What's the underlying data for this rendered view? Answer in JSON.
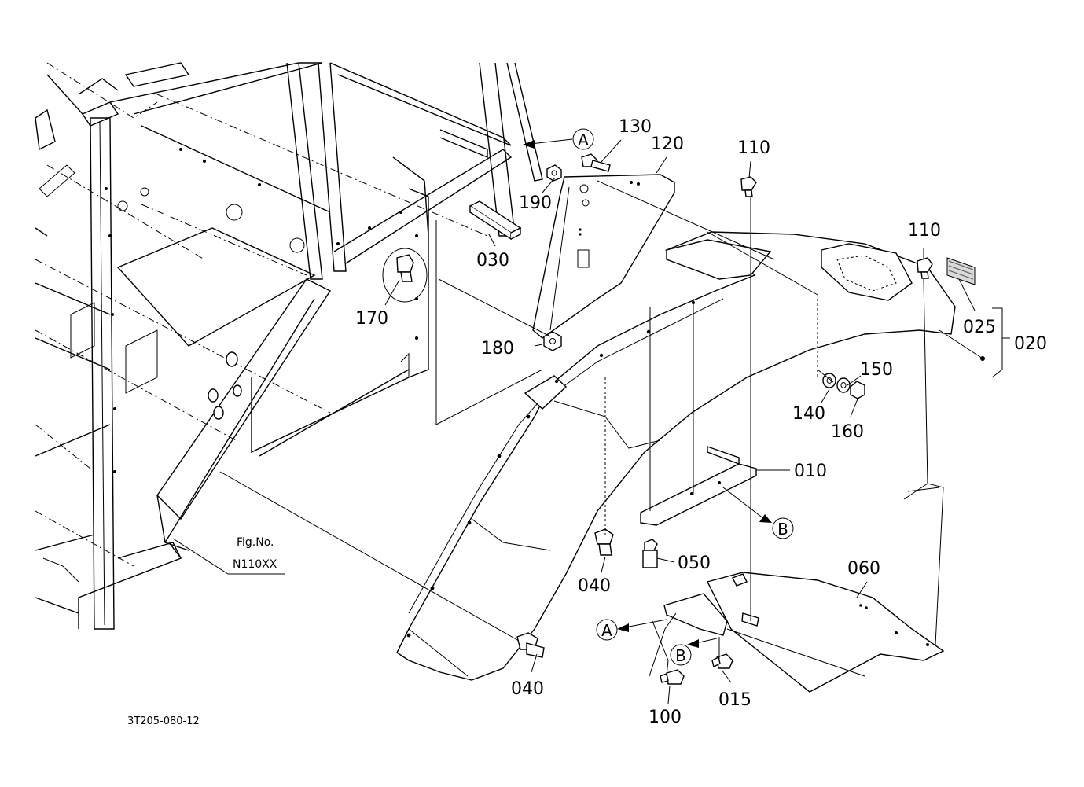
{
  "callouts": {
    "p010": "010",
    "p015": "015",
    "p020": "020",
    "p025": "025",
    "p030": "030",
    "p040a": "040",
    "p040b": "040",
    "p050": "050",
    "p060": "060",
    "p100": "100",
    "p110a": "110",
    "p110b": "110",
    "p120": "120",
    "p130": "130",
    "p140": "140",
    "p150": "150",
    "p160": "160",
    "p170": "170",
    "p180": "180",
    "p190": "190"
  },
  "reference_markers": {
    "a_top": "A",
    "b_right": "B",
    "a_bottom": "A",
    "b_bottom": "B"
  },
  "figure_reference": {
    "line1": "Fig.No.",
    "line2": "N110XX"
  },
  "drawing_number": "3T205-080-12"
}
